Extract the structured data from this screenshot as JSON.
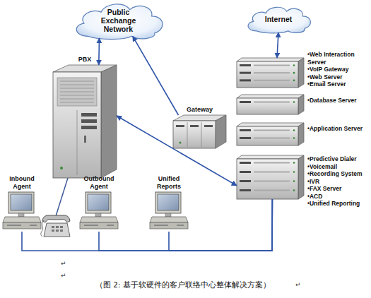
{
  "diagram": {
    "caption": "（图 2: 基于软硬件的客户联络中心整体解决方案）",
    "nodes": [
      {
        "text": [
          "Public Exchange Network"
        ]
      },
      {
        "text": [
          "Internet"
        ]
      },
      {
        "text": [
          "PBX"
        ]
      },
      {
        "text": [
          "•Web Interaction Server",
          "•VoIP Gateway",
          "•Web Server",
          "•Email Server"
        ]
      },
      {
        "text": [
          "•Database Server"
        ]
      },
      {
        "text": [
          "•Application Server"
        ]
      },
      {
        "text": [
          "Gateway"
        ]
      },
      {
        "text": [
          "•Predictive Dialer",
          "•Voicemail",
          "•Recording System",
          "•IVR",
          "•FAX Server",
          "•ACD",
          "•Unified Reporting"
        ]
      },
      {
        "text": [
          "Inbound Agent"
        ]
      },
      {
        "text": [
          "Outbound Agent"
        ]
      },
      {
        "text": [
          "Unified Reports"
        ]
      }
    ],
    "edges": [
      {
        "from": 0,
        "to": 2,
        "arrow": "both"
      },
      {
        "from": 1,
        "to": 3,
        "arrow": "both"
      },
      {
        "from": 6,
        "to": 0,
        "arrow": "to"
      },
      {
        "from": 2,
        "to": 7,
        "arrow": "both"
      },
      {
        "from": 8,
        "to": 7,
        "arrow": "none"
      },
      {
        "from": 9,
        "to": 7,
        "arrow": "none"
      },
      {
        "from": 10,
        "to": 7,
        "arrow": "none"
      }
    ],
    "labels": [
      "↵",
      "↵",
      "↵"
    ]
  }
}
